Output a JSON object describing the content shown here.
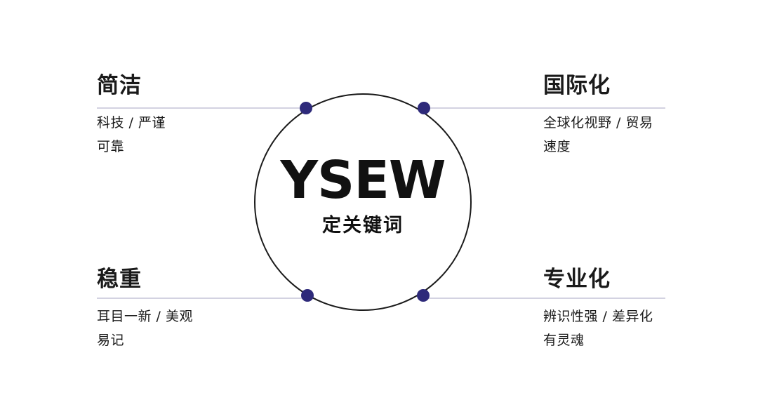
{
  "theme": {
    "dot_color": "#2e2a7a",
    "line_color": "#b9b7cf",
    "circle_color": "#1a1a1a",
    "text_color": "#1a1a1a"
  },
  "center": {
    "brand": "YSEW",
    "subtitle": "定关键词"
  },
  "keywords": {
    "top_left": {
      "title": "简洁",
      "lines": [
        "科技 / 严谨",
        "可靠"
      ]
    },
    "top_right": {
      "title": "国际化",
      "lines": [
        "全球化视野 / 贸易",
        "速度"
      ]
    },
    "bottom_left": {
      "title": "稳重",
      "lines": [
        "耳目一新 / 美观",
        "易记"
      ]
    },
    "bottom_right": {
      "title": "专业化",
      "lines": [
        "辨识性强 / 差异化",
        "有灵魂"
      ]
    }
  }
}
